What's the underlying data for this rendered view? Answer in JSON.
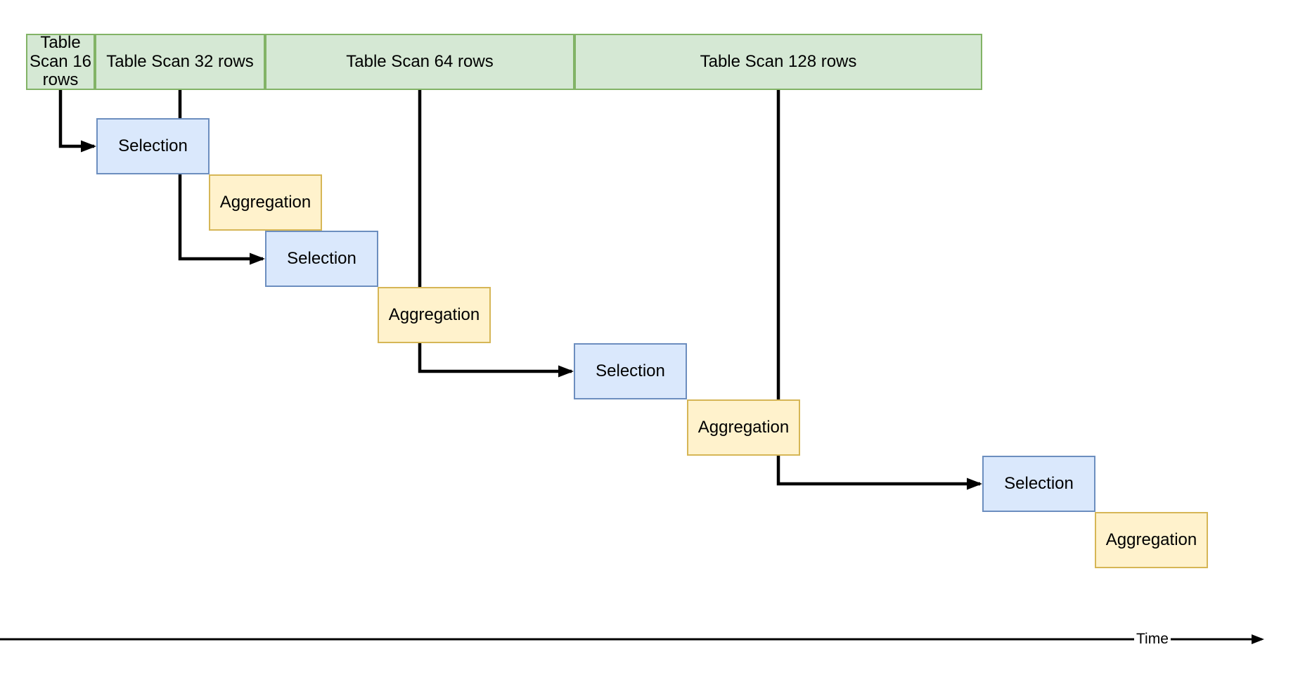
{
  "colors": {
    "background": "#ffffff",
    "text": "#000000",
    "arrow": "#000000",
    "scan-fill": "#d5e8d4",
    "scan-border": "#82b366",
    "selection-fill": "#dae8fc",
    "selection-border": "#6c8ebf",
    "aggregation-fill": "#fff2cc",
    "aggregation-border": "#d6b656"
  },
  "scans": [
    {
      "label": "Table Scan 16 rows"
    },
    {
      "label": "Table Scan 32 rows"
    },
    {
      "label": "Table Scan 64 rows"
    },
    {
      "label": "Table Scan 128 rows"
    }
  ],
  "operators": [
    {
      "label": "Selection"
    },
    {
      "label": "Aggregation"
    },
    {
      "label": "Selection"
    },
    {
      "label": "Aggregation"
    },
    {
      "label": "Selection"
    },
    {
      "label": "Aggregation"
    },
    {
      "label": "Selection"
    },
    {
      "label": "Aggregation"
    }
  ],
  "axis": {
    "label": "Time"
  }
}
